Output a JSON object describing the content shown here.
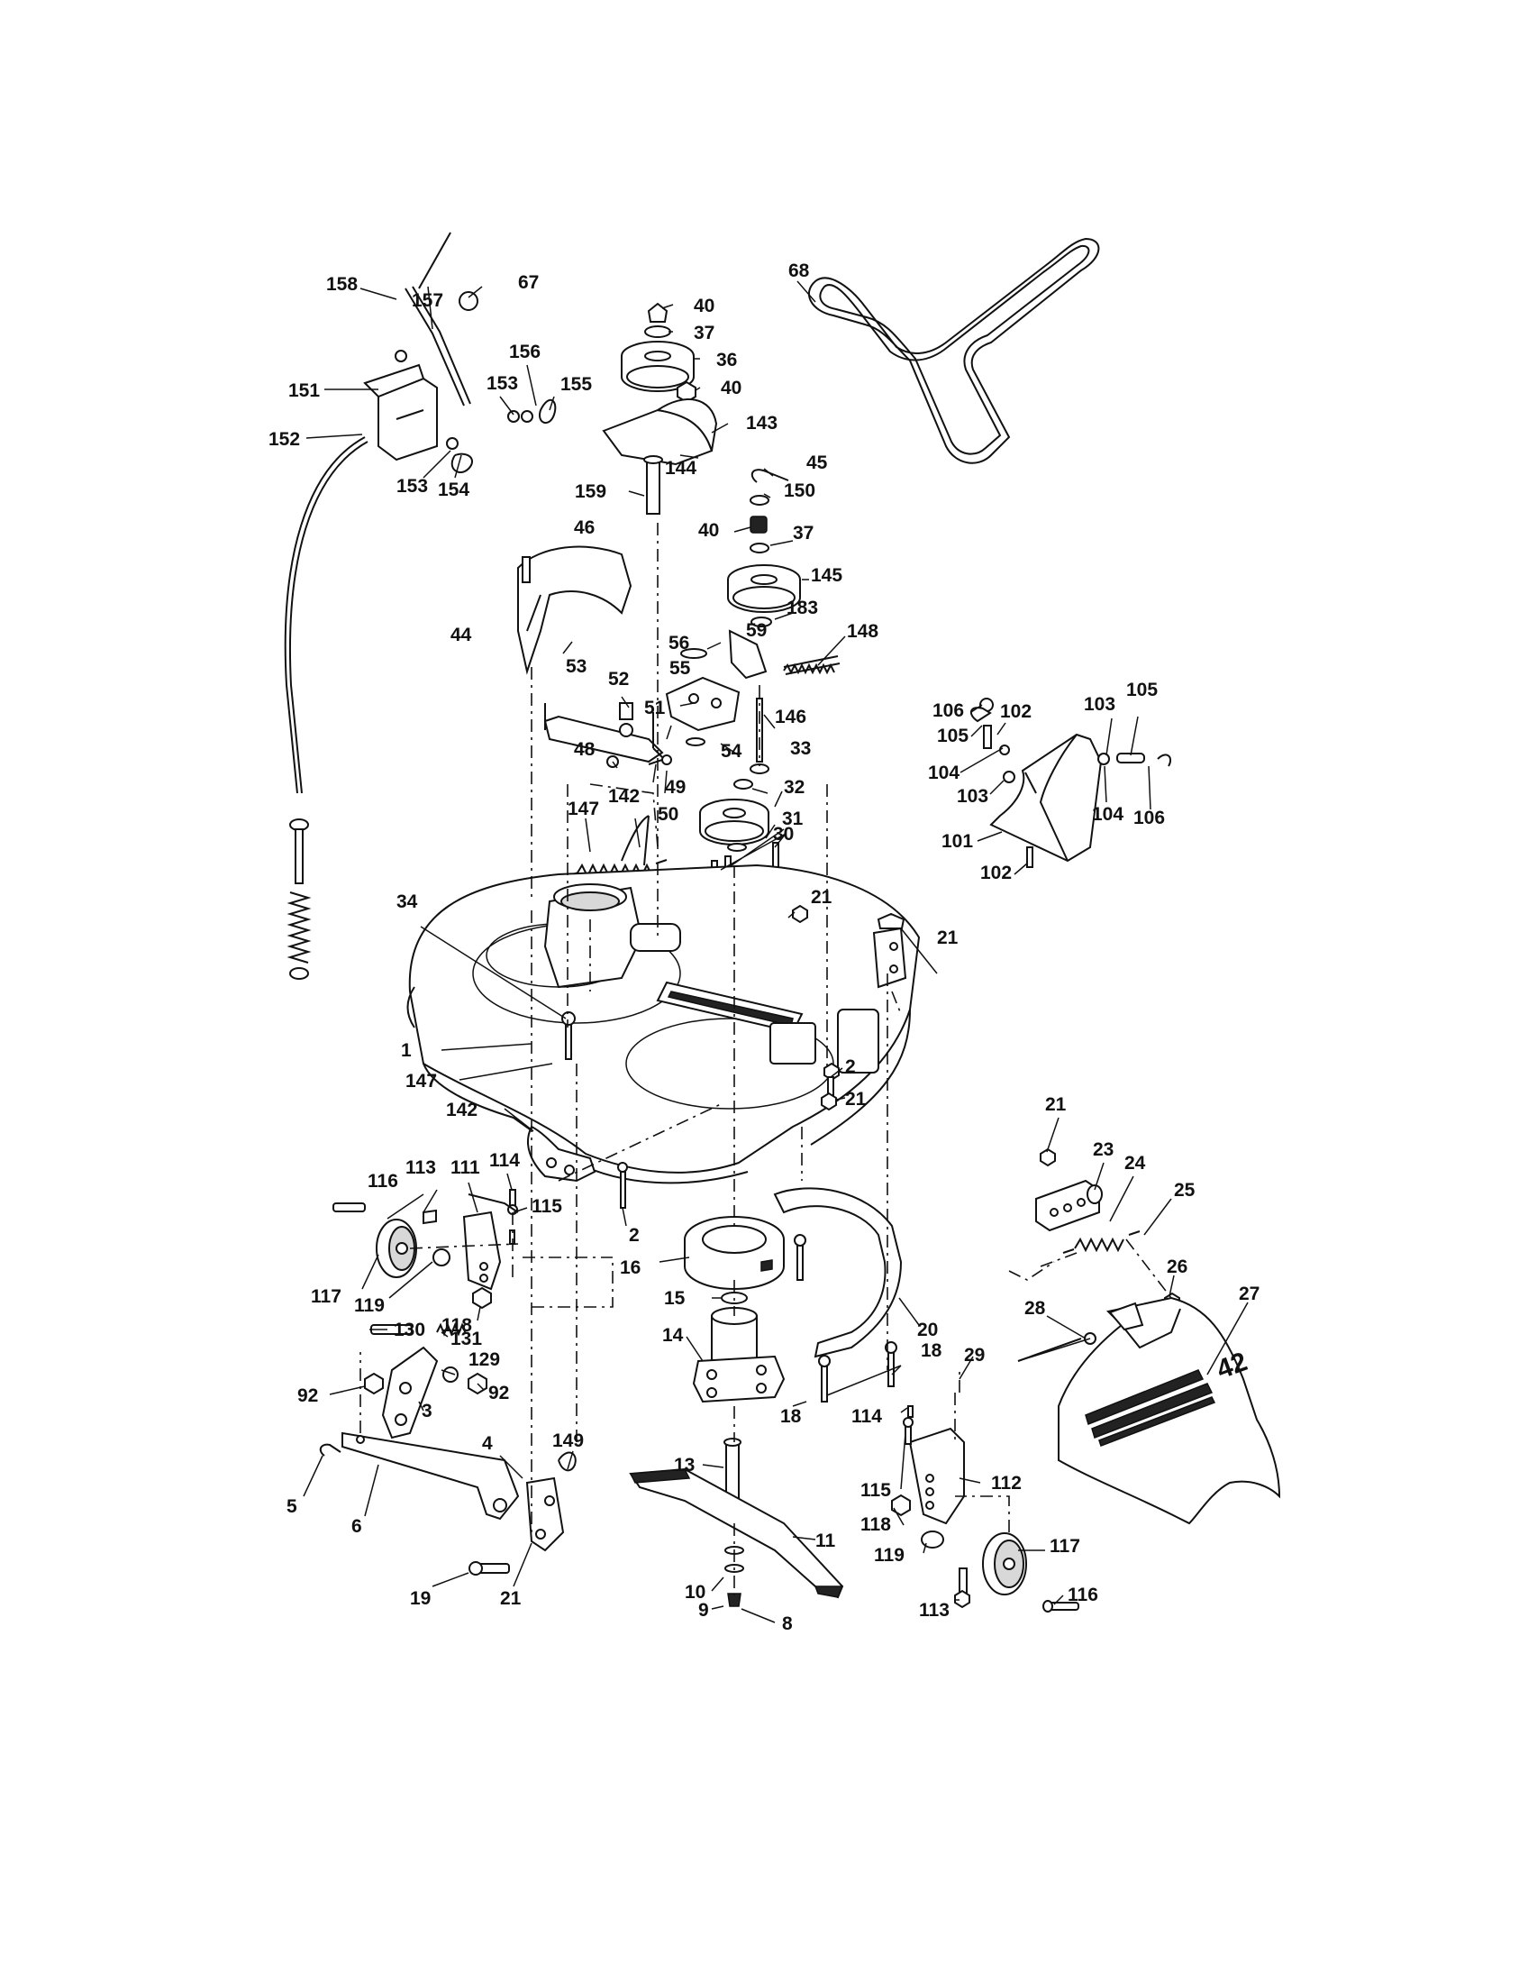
{
  "diagram": {
    "callouts": [
      {
        "id": "67",
        "text": "67"
      },
      {
        "id": "157",
        "text": "157"
      },
      {
        "id": "158",
        "text": "158"
      },
      {
        "id": "156",
        "text": "156"
      },
      {
        "id": "151",
        "text": "151"
      },
      {
        "id": "153a",
        "text": "153"
      },
      {
        "id": "155",
        "text": "155"
      },
      {
        "id": "152",
        "text": "152"
      },
      {
        "id": "153b",
        "text": "153"
      },
      {
        "id": "154",
        "text": "154"
      },
      {
        "id": "40a",
        "text": "40"
      },
      {
        "id": "37a",
        "text": "37"
      },
      {
        "id": "36",
        "text": "36"
      },
      {
        "id": "40b",
        "text": "40"
      },
      {
        "id": "143",
        "text": "143"
      },
      {
        "id": "144",
        "text": "144"
      },
      {
        "id": "159",
        "text": "159"
      },
      {
        "id": "68",
        "text": "68"
      },
      {
        "id": "45",
        "text": "45"
      },
      {
        "id": "150",
        "text": "150"
      },
      {
        "id": "40c",
        "text": "40"
      },
      {
        "id": "37b",
        "text": "37"
      },
      {
        "id": "145",
        "text": "145"
      },
      {
        "id": "183",
        "text": "183"
      },
      {
        "id": "46",
        "text": "46"
      },
      {
        "id": "44",
        "text": "44"
      },
      {
        "id": "56",
        "text": "56"
      },
      {
        "id": "59",
        "text": "59"
      },
      {
        "id": "148",
        "text": "148"
      },
      {
        "id": "53",
        "text": "53"
      },
      {
        "id": "52",
        "text": "52"
      },
      {
        "id": "55",
        "text": "55"
      },
      {
        "id": "51",
        "text": "51"
      },
      {
        "id": "146",
        "text": "146"
      },
      {
        "id": "54",
        "text": "54"
      },
      {
        "id": "33",
        "text": "33"
      },
      {
        "id": "48",
        "text": "48"
      },
      {
        "id": "49",
        "text": "49"
      },
      {
        "id": "50",
        "text": "50"
      },
      {
        "id": "32",
        "text": "32"
      },
      {
        "id": "31",
        "text": "31"
      },
      {
        "id": "147a",
        "text": "147"
      },
      {
        "id": "142a",
        "text": "142"
      },
      {
        "id": "30",
        "text": "30"
      },
      {
        "id": "106a",
        "text": "106"
      },
      {
        "id": "105a",
        "text": "105"
      },
      {
        "id": "102a",
        "text": "102"
      },
      {
        "id": "103a",
        "text": "103"
      },
      {
        "id": "105b",
        "text": "105"
      },
      {
        "id": "104a",
        "text": "104"
      },
      {
        "id": "103b",
        "text": "103"
      },
      {
        "id": "104b",
        "text": "104"
      },
      {
        "id": "106b",
        "text": "106"
      },
      {
        "id": "101",
        "text": "101"
      },
      {
        "id": "102b",
        "text": "102"
      },
      {
        "id": "34",
        "text": "34"
      },
      {
        "id": "21a",
        "text": "21"
      },
      {
        "id": "21b",
        "text": "21"
      },
      {
        "id": "1",
        "text": "1"
      },
      {
        "id": "147b",
        "text": "147"
      },
      {
        "id": "2a",
        "text": "2"
      },
      {
        "id": "21c",
        "text": "21"
      },
      {
        "id": "142b",
        "text": "142"
      },
      {
        "id": "21d",
        "text": "21"
      },
      {
        "id": "23",
        "text": "23"
      },
      {
        "id": "24",
        "text": "24"
      },
      {
        "id": "25",
        "text": "25"
      },
      {
        "id": "116a",
        "text": "116"
      },
      {
        "id": "113a",
        "text": "113"
      },
      {
        "id": "111",
        "text": "111"
      },
      {
        "id": "114a",
        "text": "114"
      },
      {
        "id": "115a",
        "text": "115"
      },
      {
        "id": "2b",
        "text": "2"
      },
      {
        "id": "16",
        "text": "16"
      },
      {
        "id": "26",
        "text": "26"
      },
      {
        "id": "117a",
        "text": "117"
      },
      {
        "id": "119a",
        "text": "119"
      },
      {
        "id": "118a",
        "text": "118"
      },
      {
        "id": "15",
        "text": "15"
      },
      {
        "id": "28",
        "text": "28"
      },
      {
        "id": "27",
        "text": "27"
      },
      {
        "id": "20",
        "text": "20"
      },
      {
        "id": "130",
        "text": "130"
      },
      {
        "id": "131",
        "text": "131"
      },
      {
        "id": "14",
        "text": "14"
      },
      {
        "id": "29",
        "text": "29"
      },
      {
        "id": "18a",
        "text": "18"
      },
      {
        "id": "129",
        "text": "129"
      },
      {
        "id": "92a",
        "text": "92"
      },
      {
        "id": "92b",
        "text": "92"
      },
      {
        "id": "3",
        "text": "3"
      },
      {
        "id": "18b",
        "text": "18"
      },
      {
        "id": "114b",
        "text": "114"
      },
      {
        "id": "149",
        "text": "149"
      },
      {
        "id": "4",
        "text": "4"
      },
      {
        "id": "13",
        "text": "13"
      },
      {
        "id": "5",
        "text": "5"
      },
      {
        "id": "6",
        "text": "6"
      },
      {
        "id": "115b",
        "text": "115"
      },
      {
        "id": "112",
        "text": "112"
      },
      {
        "id": "11",
        "text": "11"
      },
      {
        "id": "118b",
        "text": "118"
      },
      {
        "id": "119b",
        "text": "119"
      },
      {
        "id": "117b",
        "text": "117"
      },
      {
        "id": "19",
        "text": "19"
      },
      {
        "id": "21e",
        "text": "21"
      },
      {
        "id": "10",
        "text": "10"
      },
      {
        "id": "9",
        "text": "9"
      },
      {
        "id": "113b",
        "text": "113"
      },
      {
        "id": "116b",
        "text": "116"
      },
      {
        "id": "8",
        "text": "8"
      }
    ],
    "deck_marking": "42"
  }
}
